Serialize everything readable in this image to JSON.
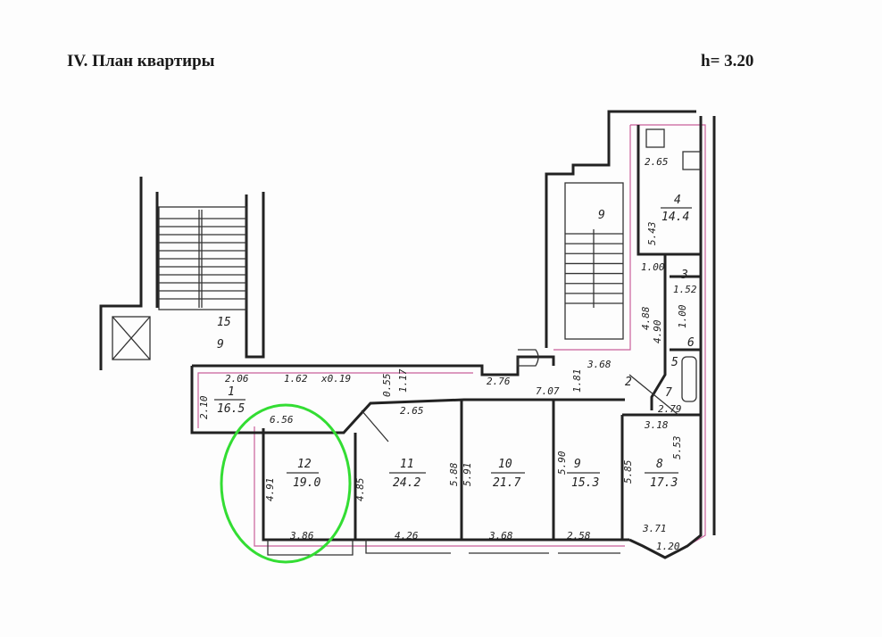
{
  "header": {
    "title": "IV. План квартиры",
    "ceiling_height": "h= 3.20"
  },
  "colors": {
    "walls": "#222222",
    "inner_line": "#c9609a",
    "highlight": "#33dd33"
  },
  "highlighted_room": "12",
  "rooms": [
    {
      "id": "1",
      "area": "16.5"
    },
    {
      "id": "4",
      "area": "14.4"
    },
    {
      "id": "8",
      "area": "17.3"
    },
    {
      "id": "9",
      "area": "15.3"
    },
    {
      "id": "10",
      "area": "21.7"
    },
    {
      "id": "11",
      "area": "24.2"
    },
    {
      "id": "12",
      "area": "19.0"
    }
  ],
  "room_numbers": {
    "r2": "2",
    "r3": "3",
    "r5": "5",
    "r6": "6",
    "r7": "7"
  },
  "stairs": {
    "left_a": "15",
    "left_b": "9",
    "right": "9"
  },
  "dimensions": {
    "d1": "2.06",
    "d2": "1.62",
    "d3": "x0.19",
    "d4": "2.10",
    "d5": "0.55",
    "d6": "1.17",
    "d7": "2.65",
    "d8": "6.56",
    "d9": "4.91",
    "d10": "4.85",
    "d11": "3.86",
    "d12": "5.88",
    "d13": "4.26",
    "d14": "5.91",
    "d15": "3.68",
    "d16": "2.76",
    "d17": "7.07",
    "d18": "1.81",
    "d19": "3.68",
    "d20": "5.90",
    "d21": "2.58",
    "d22": "5.85",
    "d23": "3.18",
    "d24": "5.53",
    "d25": "3.71",
    "d26": "1.20",
    "d27": "2.79",
    "d28": "2.65",
    "d29": "5.43",
    "d30": "1.00",
    "d31": "1.52",
    "d32": "4.88",
    "d33": "4.90",
    "d34": "1.00"
  }
}
